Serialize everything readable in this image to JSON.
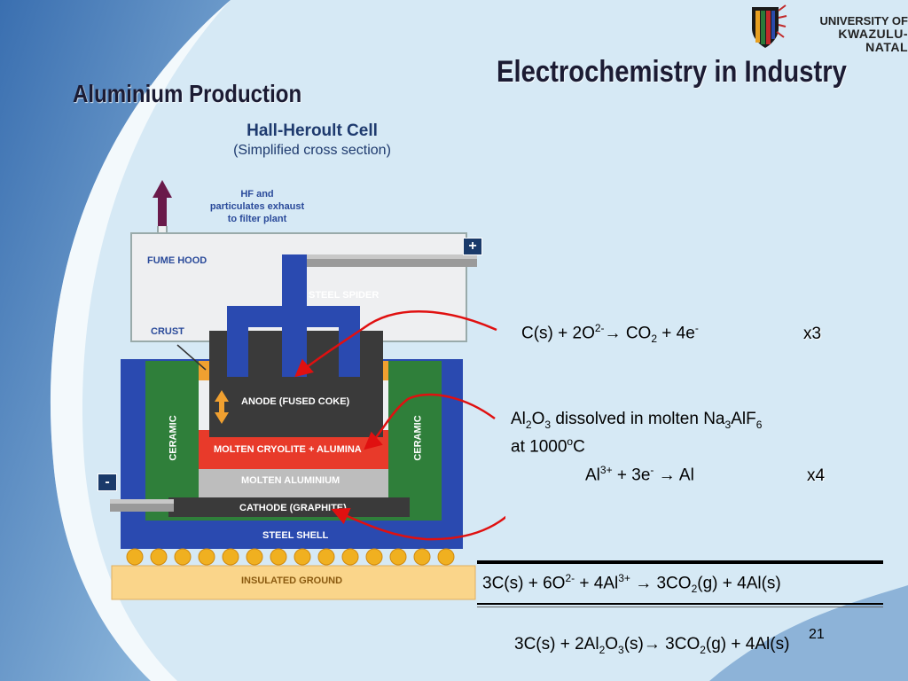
{
  "header": {
    "title": "Electrochemistry in Industry",
    "subtitle": "Aluminium Production",
    "logo_line1": "UNIVERSITY OF",
    "logo_line2": "KWAZULU-NATAL"
  },
  "diagram": {
    "title": "Hall-Heroult Cell",
    "subtitle": "(Simplified cross section)",
    "exhaust_line1": "HF and",
    "exhaust_line2": "particulates exhaust",
    "exhaust_line3": "to filter plant",
    "labels": {
      "fume_hood": "FUME HOOD",
      "steel_spider": "STEEL SPIDER",
      "crust": "CRUST",
      "anode": "ANODE (FUSED COKE)",
      "cryolite": "MOLTEN CRYOLITE + ALUMINA",
      "aluminium": "MOLTEN ALUMINIUM",
      "cathode": "CATHODE (GRAPHITE)",
      "steel_shell": "STEEL SHELL",
      "ceramic": "CERAMIC",
      "ground": "INSULATED GROUND"
    },
    "plus": "+",
    "minus": "-"
  },
  "equations": {
    "anode": {
      "a": "C(s) + 2O",
      "a_sup": "2-",
      "b": "→ CO",
      "b_sub": "2",
      "c": " + 4e",
      "c_sup": "-",
      "mult": "x3"
    },
    "electrolyte": {
      "a": "Al",
      "a_sub": "2",
      "b": "O",
      "b_sub": "3",
      "c": " dissolved in molten Na",
      "c_sub": "3",
      "d": "AlF",
      "d_sub": "6",
      "line2": "at 1000",
      "line2_sup": "o",
      "line2_end": "C"
    },
    "cathode": {
      "a": "Al",
      "a_sup": "3+",
      "b": " + 3e",
      "b_sup": "-",
      "c": " → Al",
      "mult": "x4"
    },
    "overall": {
      "a": "3C(s) + 6O",
      "a_sup": "2-",
      "b": " + 4Al",
      "b_sup": "3+",
      "c": " → 3CO",
      "c_sub": "2",
      "d": "(g) + 4Al(s)"
    },
    "net": {
      "a": "3C(s) + 2Al",
      "a_sub": "2",
      "b": "O",
      "b_sub": "3",
      "c": "(s)→  3CO",
      "c_sub": "2",
      "d": "(g) + 4Al(s)"
    }
  },
  "page_number": "21"
}
